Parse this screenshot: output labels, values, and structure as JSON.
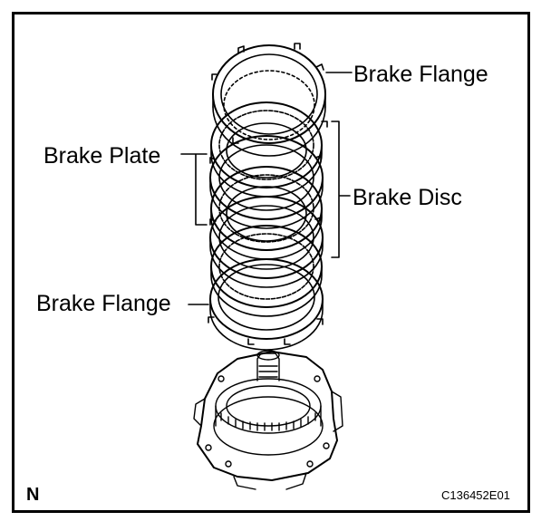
{
  "labels": {
    "flange_top": "Brake Flange",
    "plate": "Brake Plate",
    "disc": "Brake Disc",
    "flange_bottom": "Brake Flange"
  },
  "orientation_mark": "N",
  "figure_code": "C136452E01",
  "colors": {
    "ink": "#000000",
    "background": "#ffffff"
  }
}
